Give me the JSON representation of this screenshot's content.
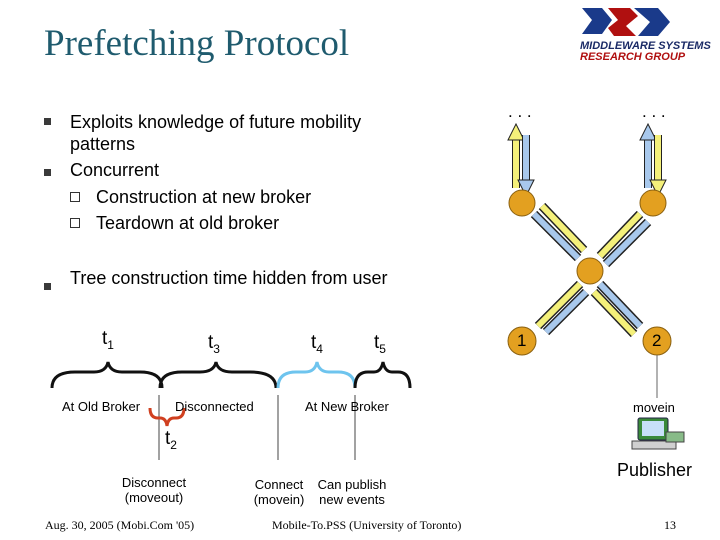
{
  "title": "Prefetching Protocol",
  "logo": {
    "line1": "MIDDLEWARE SYSTEMS",
    "line2": "RESEARCH GROUP"
  },
  "bullets": [
    "Exploits knowledge of future mobility",
    "patterns",
    "Concurrent",
    "Tree construction time hidden from user"
  ],
  "sub_bullets": [
    "Construction at new broker",
    "Teardown at old broker"
  ],
  "timeline": {
    "t1": "t",
    "t1_sub": "1",
    "t2": "t",
    "t2_sub": "2",
    "t3": "t",
    "t3_sub": "3",
    "t4": "t",
    "t4_sub": "4",
    "t5": "t",
    "t5_sub": "5",
    "at_old_broker": "At Old Broker",
    "disconnected": "Disconnected",
    "at_new_broker": "At New Broker",
    "disconnect_line1": "Disconnect",
    "disconnect_line2": "(moveout)",
    "connect_line1": "Connect",
    "connect_line2": "(movein)",
    "canpublish_line1": "Can publish",
    "canpublish_line2": "new events"
  },
  "diagram": {
    "dots_left": ". . .",
    "dots_right": ". . .",
    "node1": "1",
    "node2": "2",
    "movein": "movein",
    "publisher": "Publisher"
  },
  "footer": {
    "left": "Aug. 30, 2005 (Mobi.Com '05)",
    "center": "Mobile-To.PSS (University of Toronto)",
    "page": "13"
  },
  "colors": {
    "title": "#1f5b6e",
    "node": "#e3a020",
    "arrow_yellow": "#f4f07a",
    "arrow_blue": "#a8c8ec",
    "brace_new": "#6ec4ee",
    "brace_disconnect": "#d04020"
  }
}
